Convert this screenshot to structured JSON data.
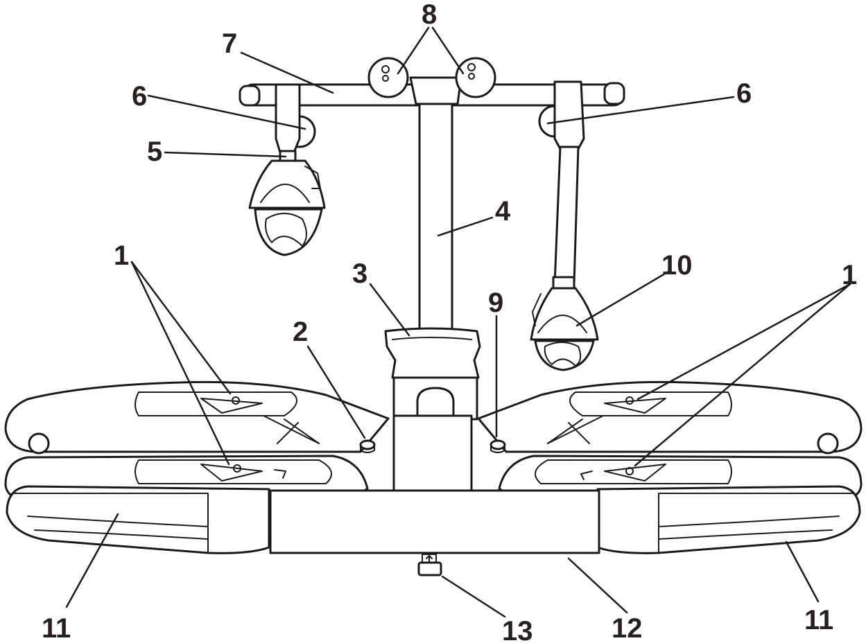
{
  "callouts": {
    "c1_left": "1",
    "c1_right": "1",
    "c2": "2",
    "c3": "3",
    "c4": "4",
    "c5": "5",
    "c6_left": "6",
    "c6_right": "6",
    "c7": "7",
    "c8": "8",
    "c9": "9",
    "c10": "10",
    "c11_left": "11",
    "c11_right": "11",
    "c12": "12",
    "c13": "13"
  }
}
